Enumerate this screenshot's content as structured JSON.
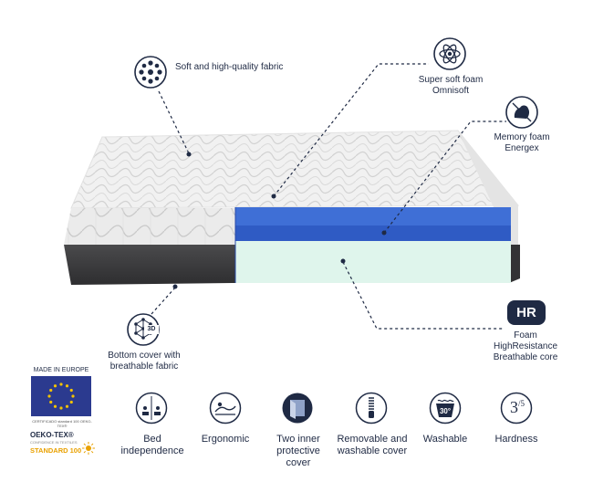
{
  "callouts": {
    "fabric": "Soft and high-quality fabric",
    "super_soft_line1": "Super soft foam",
    "super_soft_line2": "Omnisoft",
    "memory_line1": "Memory foam",
    "memory_line2": "Energex",
    "hr_badge": "HR",
    "hr_line1": "Foam",
    "hr_line2": "HighResistance",
    "hr_line3": "Breathable core",
    "bottom_line1": "Bottom cover with",
    "bottom_line2": "breathable fabric",
    "bottom_badge": "3D"
  },
  "certification": {
    "made_in": "MADE IN EUROPE",
    "oeko_small": "CERTIFICADO standard 100 OEKO-TEX®",
    "oeko_brand": "OEKO-TEX®",
    "oeko_sub": "CONFIDENCE IN TEXTILES",
    "oeko_standard": "STANDARD 100"
  },
  "features": [
    {
      "icon": "bed-independence-icon",
      "line1": "Bed",
      "line2": "independence",
      "line3": ""
    },
    {
      "icon": "ergonomic-icon",
      "line1": "Ergonomic",
      "line2": "",
      "line3": ""
    },
    {
      "icon": "two-covers-icon",
      "line1": "Two inner",
      "line2": "protective",
      "line3": "cover"
    },
    {
      "icon": "zipper-icon",
      "line1": "Removable and",
      "line2": "washable cover",
      "line3": ""
    },
    {
      "icon": "washable-icon",
      "line1": "Washable",
      "line2": "",
      "line3": ""
    },
    {
      "icon": "hardness-icon",
      "line1": "Hardness",
      "line2": "",
      "line3": ""
    }
  ],
  "wash_temp": "30°",
  "hardness_value": "3",
  "hardness_scale": "/5",
  "colors": {
    "navy": "#1f2a44",
    "foam_blue": "#3f6fd6",
    "foam_mid": "#2f5bc4",
    "foam_green": "#dff5ec",
    "base_dark": "#3a3a3c",
    "eu_blue": "#2b3a8f",
    "eu_star": "#f2c200",
    "oeko_orange": "#e9a100"
  }
}
